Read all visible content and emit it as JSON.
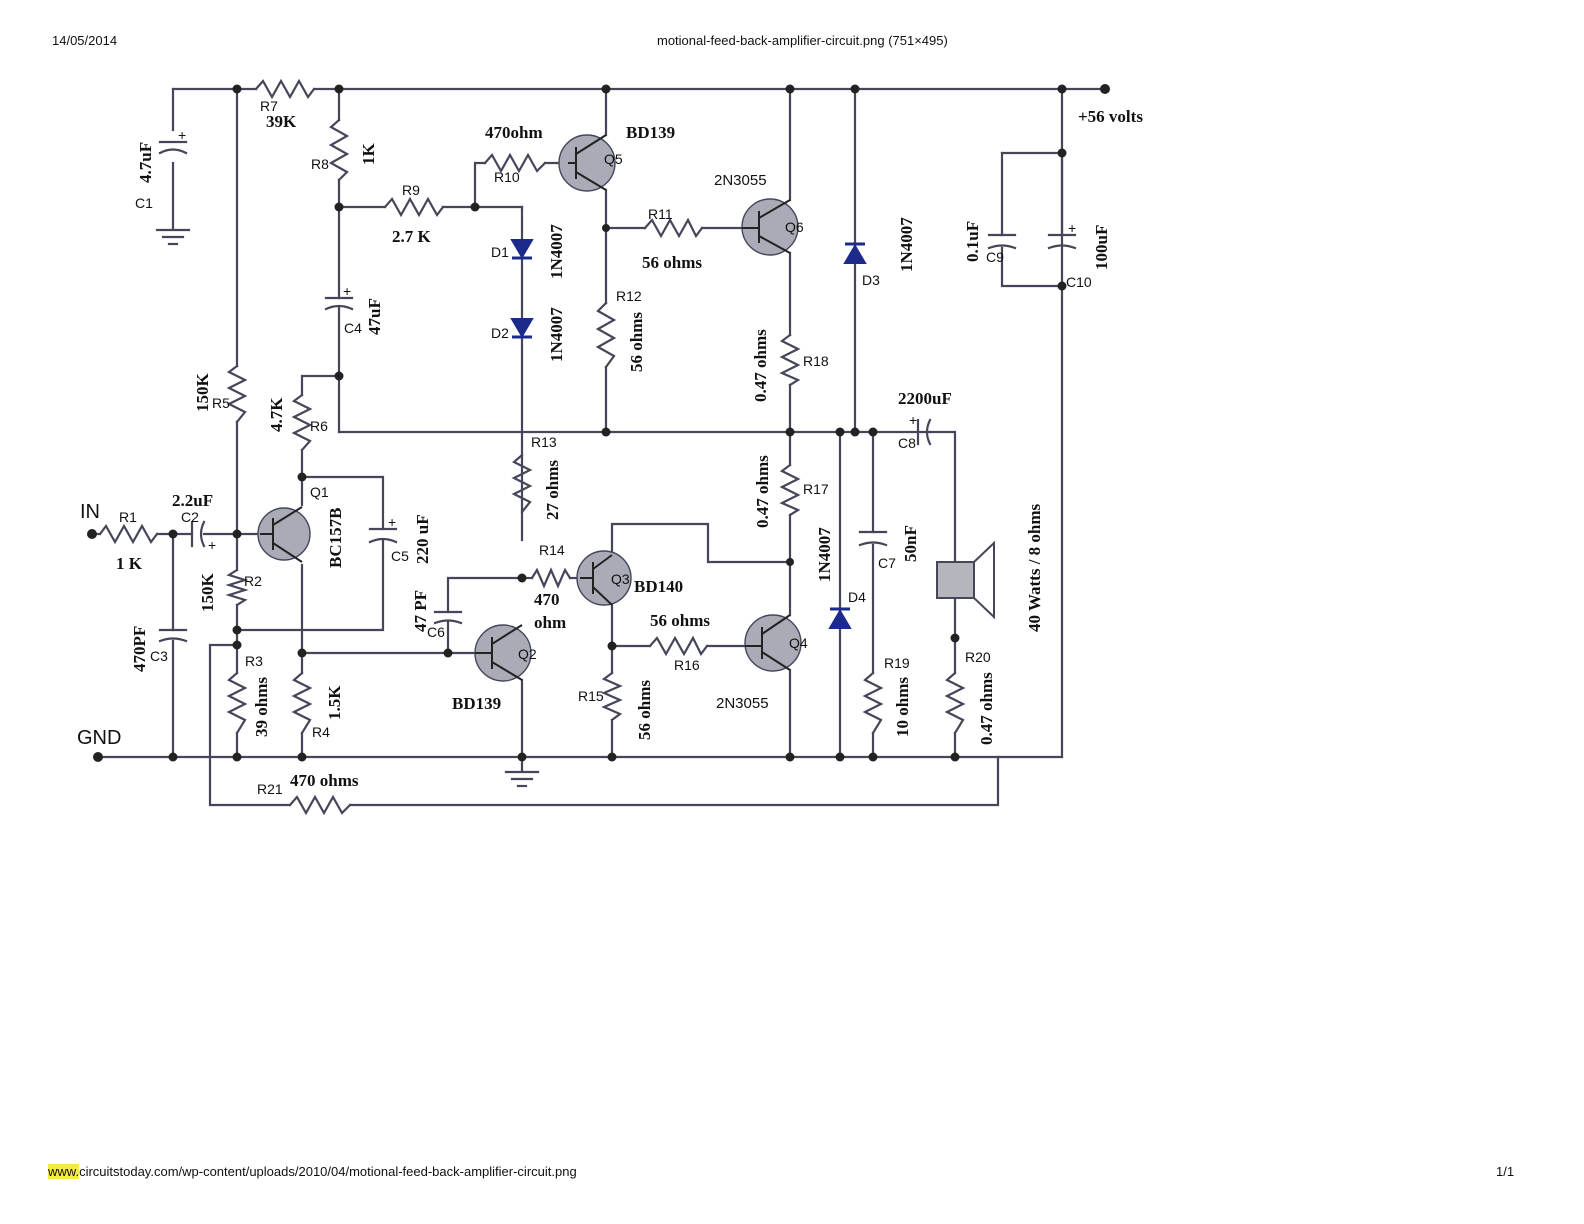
{
  "header": {
    "date": "14/05/2014",
    "title": "motional-feed-back-amplifier-circuit.png (751×495)"
  },
  "footer": {
    "url_prefix": "www.",
    "url_rest": "circuitstoday.com/wp-content/uploads/2010/04/motional-feed-back-amplifier-circuit.png",
    "page": "1/1"
  },
  "nets": {
    "in": "IN",
    "gnd": "GND",
    "supply": "+56 volts"
  },
  "speaker": {
    "label": "40 Watts / 8 ohms"
  },
  "components": {
    "R1": {
      "ref": "R1",
      "value": "1 K"
    },
    "R2": {
      "ref": "R2",
      "value": "150K"
    },
    "R3": {
      "ref": "R3",
      "value": "39 ohms"
    },
    "R4": {
      "ref": "R4",
      "value": "1.5K"
    },
    "R5": {
      "ref": "R5",
      "value": "150K"
    },
    "R6": {
      "ref": "R6",
      "value": "4.7K"
    },
    "R7": {
      "ref": "R7",
      "value": "39K"
    },
    "R8": {
      "ref": "R8",
      "value": "1K"
    },
    "R9": {
      "ref": "R9",
      "value": "2.7 K"
    },
    "R10": {
      "ref": "R10",
      "value": "470ohm"
    },
    "R11": {
      "ref": "R11",
      "value": "56 ohms"
    },
    "R12": {
      "ref": "R12",
      "value": "56 ohms"
    },
    "R13": {
      "ref": "R13",
      "value": "27 ohms"
    },
    "R14": {
      "ref": "R14",
      "value1": "470",
      "value2": "ohm"
    },
    "R15": {
      "ref": "R15",
      "value": "56 ohms"
    },
    "R16": {
      "ref": "R16",
      "value": "56 ohms"
    },
    "R17": {
      "ref": "R17",
      "value": "0.47 ohms"
    },
    "R18": {
      "ref": "R18",
      "value": "0.47 ohms"
    },
    "R19": {
      "ref": "R19",
      "value": "10 ohms"
    },
    "R20": {
      "ref": "R20",
      "value": "0.47 ohms"
    },
    "R21": {
      "ref": "R21",
      "value": "470 ohms"
    },
    "C1": {
      "ref": "C1",
      "value": "4.7uF"
    },
    "C2": {
      "ref": "C2",
      "value": "2.2uF"
    },
    "C3": {
      "ref": "C3",
      "value": "470PF"
    },
    "C4": {
      "ref": "C4",
      "value": "47uF"
    },
    "C5": {
      "ref": "C5",
      "value": "220 uF"
    },
    "C6": {
      "ref": "C6",
      "value": "47 PF"
    },
    "C7": {
      "ref": "C7",
      "value": "50nF"
    },
    "C8": {
      "ref": "C8",
      "value": "2200uF"
    },
    "C9": {
      "ref": "C9",
      "value": "0.1uF"
    },
    "C10": {
      "ref": "C10",
      "value": "100uF"
    },
    "D1": {
      "ref": "D1",
      "value": "1N4007"
    },
    "D2": {
      "ref": "D2",
      "value": "1N4007"
    },
    "D3": {
      "ref": "D3",
      "value": "1N4007"
    },
    "D4": {
      "ref": "D4",
      "value": "1N4007"
    },
    "Q1": {
      "ref": "Q1",
      "value": "BC157B"
    },
    "Q2": {
      "ref": "Q2",
      "value": "BD139"
    },
    "Q3": {
      "ref": "Q3",
      "value": "BD140"
    },
    "Q4": {
      "ref": "Q4",
      "value": "2N3055"
    },
    "Q5": {
      "ref": "Q5",
      "value": "BD139"
    },
    "Q6": {
      "ref": "Q6",
      "value": "2N3055"
    }
  }
}
